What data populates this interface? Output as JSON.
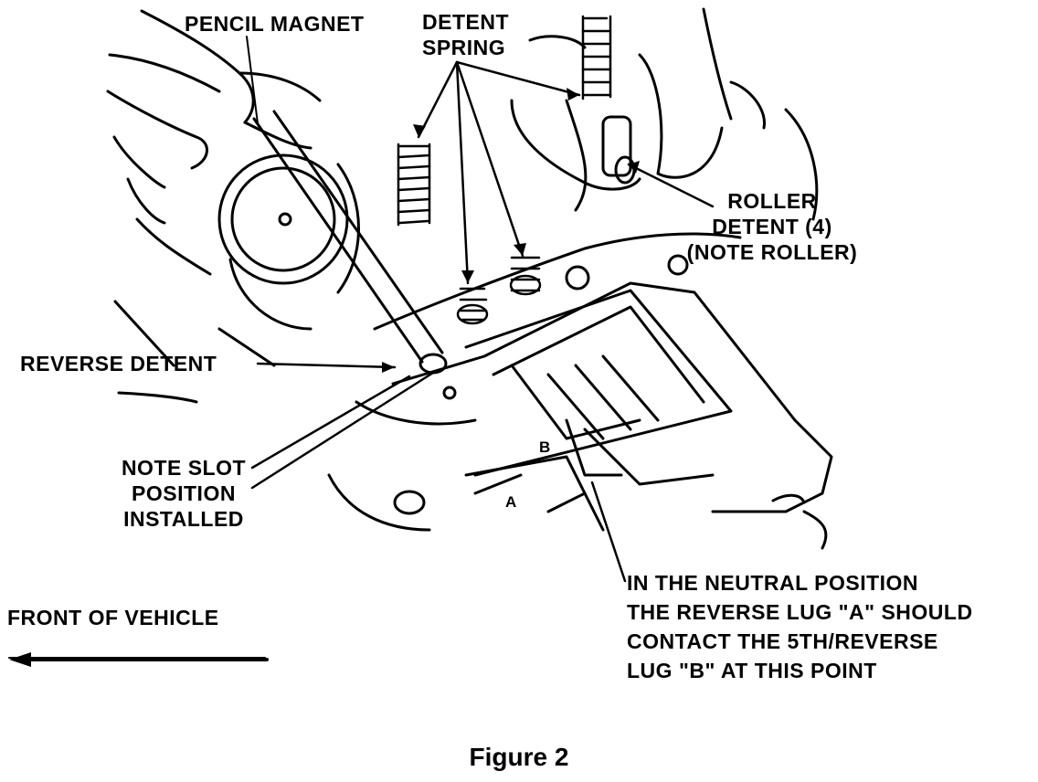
{
  "labels": {
    "pencil_magnet": "PENCIL MAGNET",
    "detent_spring": [
      "DETENT",
      "SPRING"
    ],
    "roller_detent": [
      "ROLLER",
      "DETENT (4)",
      "(NOTE ROLLER)"
    ],
    "reverse_detent": "REVERSE DETENT",
    "note_slot": [
      "NOTE SLOT",
      "POSITION",
      "INSTALLED"
    ],
    "front_of_vehicle": "FRONT OF VEHICLE",
    "neutral_note": [
      "IN THE NEUTRAL POSITION",
      "THE REVERSE LUG \"A\" SHOULD",
      "CONTACT THE 5TH/REVERSE",
      "LUG \"B\" AT THIS POINT"
    ],
    "lug_a": "A",
    "lug_b": "B"
  },
  "caption": "Figure 2"
}
